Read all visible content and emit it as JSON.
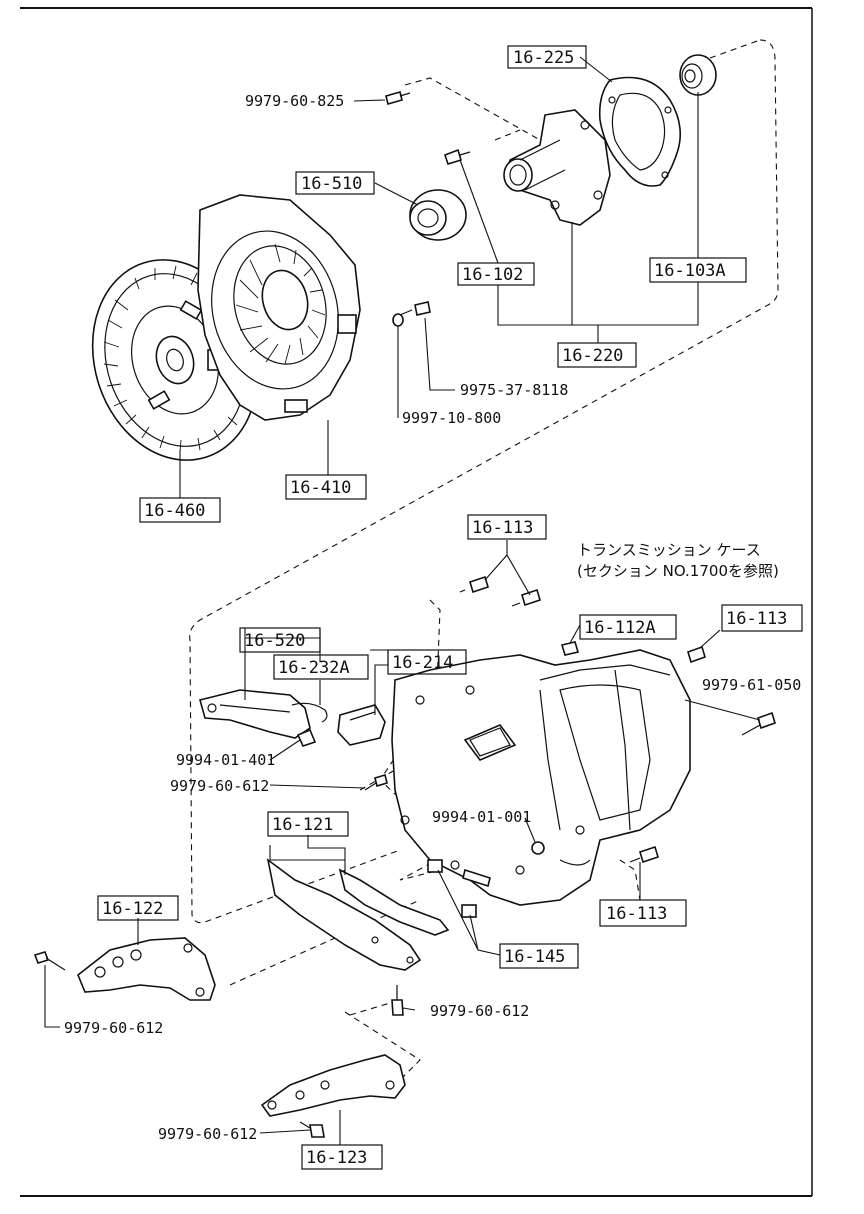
{
  "labels": {
    "p16_225": "16-225",
    "p9979_60_825": "9979-60-825",
    "p16_510": "16-510",
    "p16_102": "16-102",
    "p16_103a": "16-103A",
    "p16_220": "16-220",
    "p9975_37_8118": "9975-37-8118",
    "p9997_10_800": "9997-10-800",
    "p16_410": "16-410",
    "p16_460": "16-460",
    "p16_113_top": "16-113",
    "p16_112a": "16-112A",
    "p16_113_right": "16-113",
    "p9979_61_050": "9979-61-050",
    "p16_520": "16-520",
    "p16_214": "16-214",
    "p16_232a": "16-232A",
    "p9994_01_401": "9994-01-401",
    "p9979_60_612_a": "9979-60-612",
    "p9994_01_001": "9994-01-001",
    "p16_121": "16-121",
    "p16_122": "16-122",
    "p16_113_bottom": "16-113",
    "p16_145": "16-145",
    "p9979_60_612_b": "9979-60-612",
    "p9979_60_612_c": "9979-60-612",
    "p9979_60_612_d": "9979-60-612",
    "p16_123": "16-123"
  },
  "note": {
    "line1": "トランスミッション ケース",
    "line2": "(セクション NO.1700を参照)"
  }
}
